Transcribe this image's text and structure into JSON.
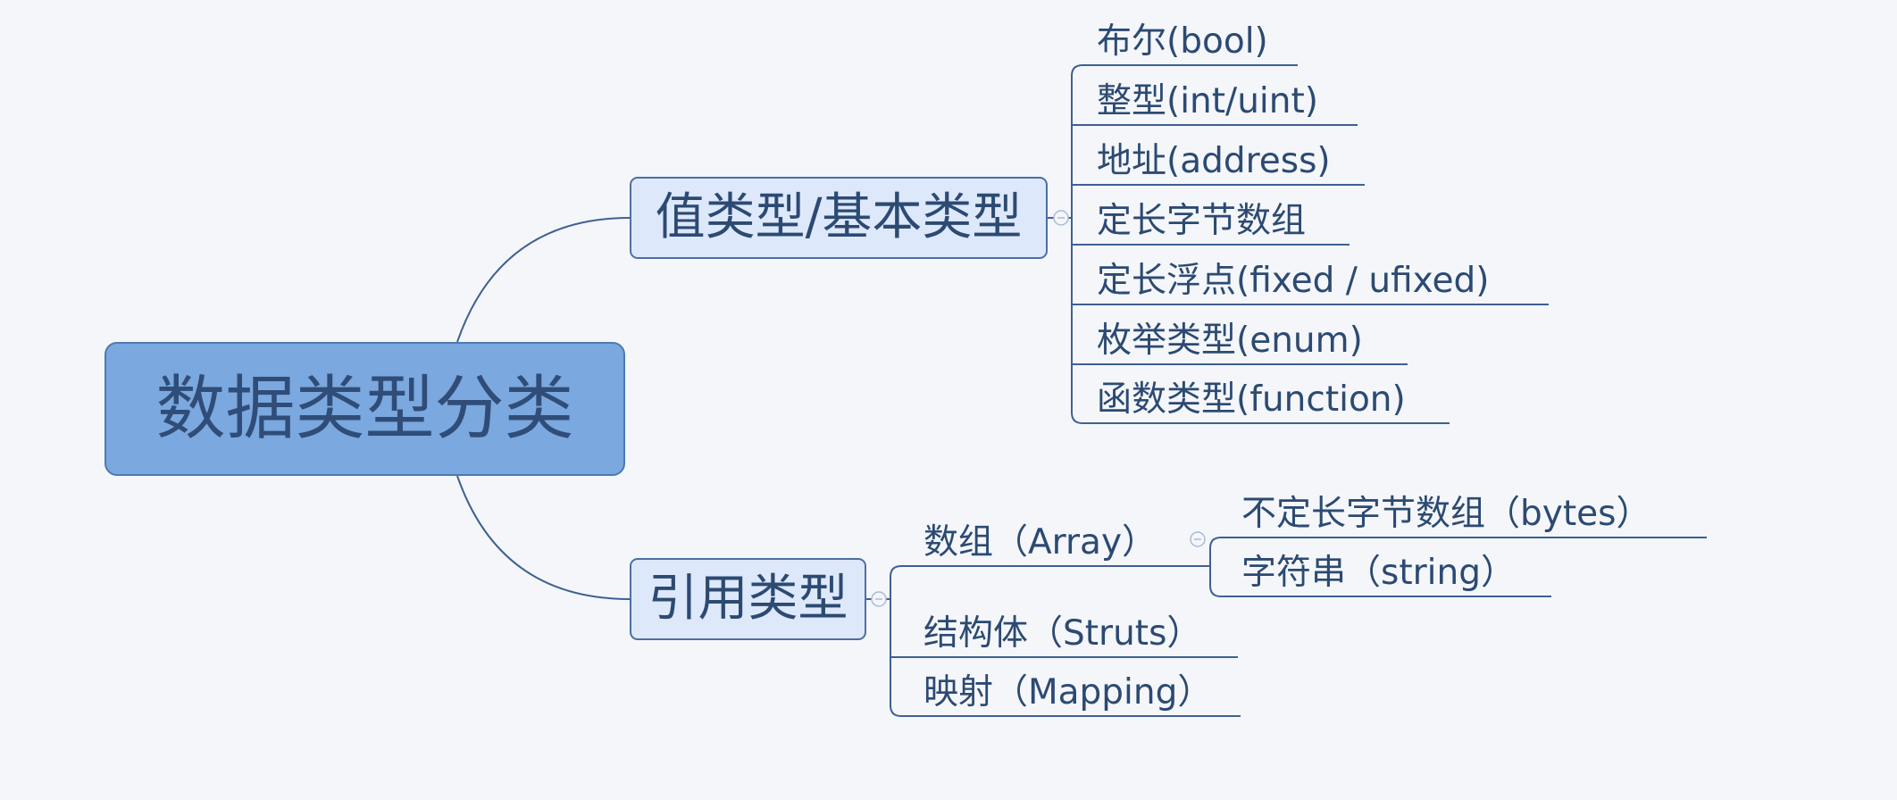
{
  "root": {
    "label": "数据类型分类"
  },
  "branches": [
    {
      "label": "值类型/基本类型",
      "items": [
        "布尔(bool)",
        "整型(int/uint)",
        "地址(address)",
        "定长字节数组",
        "定长浮点(fixed / ufixed)",
        "枚举类型(enum)",
        "函数类型(function)"
      ]
    },
    {
      "label": "引用类型",
      "items": [
        {
          "label": "数组（Array）",
          "children": [
            "不定长字节数组（bytes）",
            "字符串（string）"
          ]
        },
        {
          "label": "结构体（Struts）"
        },
        {
          "label": "映射（Mapping）"
        }
      ]
    }
  ],
  "colors": {
    "background": "#f4f6fa",
    "root_fill": "#7ba8de",
    "root_border": "#4f79b1",
    "branch_fill": "#dde8fb",
    "branch_border": "#4d6fa3",
    "connector": "#3f6091",
    "text": "#2c4a72",
    "toggle": "#a9bad6"
  }
}
